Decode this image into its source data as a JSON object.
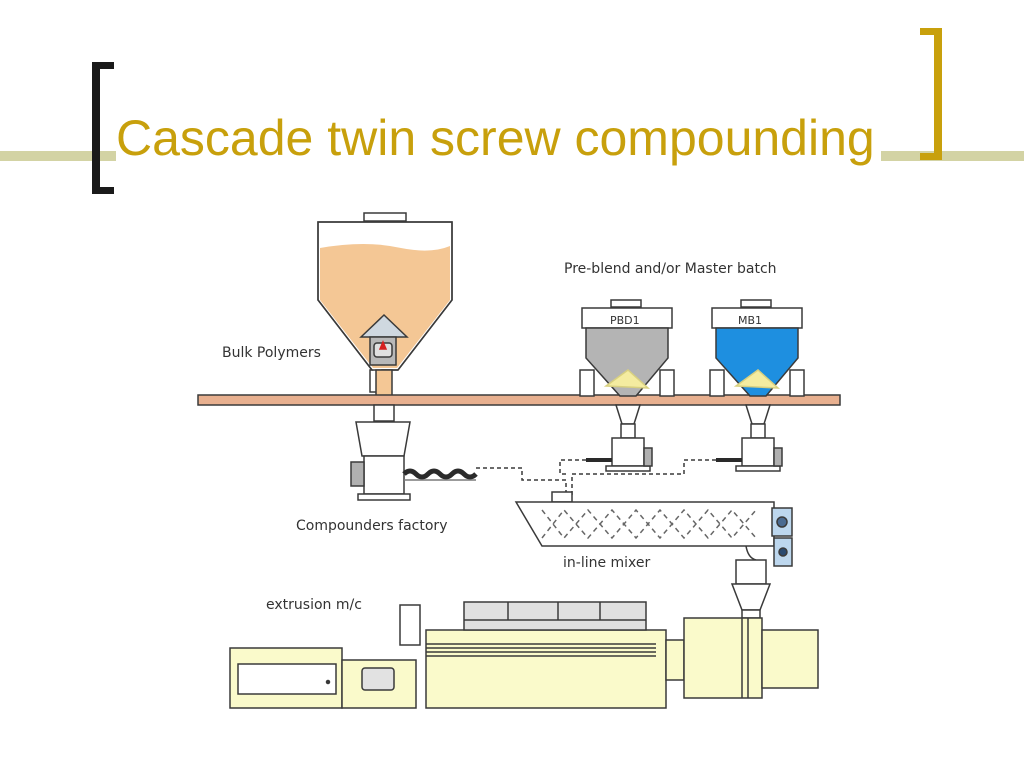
{
  "slide": {
    "title": "Cascade twin screw compounding"
  },
  "diagram": {
    "labels": {
      "bulk_polymers": "Bulk Polymers",
      "preblend_master": "Pre-blend and/or Master batch",
      "pbd1": "PBD1",
      "mb1": "MB1",
      "compounders_factory": "Compounders factory",
      "inline_mixer": "in-line mixer",
      "extrusion_mc": "extrusion m/c"
    }
  },
  "colors": {
    "title": "#c8a00c",
    "title_rule": "#d3d3a4",
    "hopper_fill": "#f4c795",
    "floor": "#e8b08f",
    "machine_fill": "#fafacb",
    "pbd1_fill": "#b4b4b4",
    "mb1_fill": "#1e8fe0",
    "pellets": "#f4eca0",
    "motor": "#bdd7ee"
  }
}
